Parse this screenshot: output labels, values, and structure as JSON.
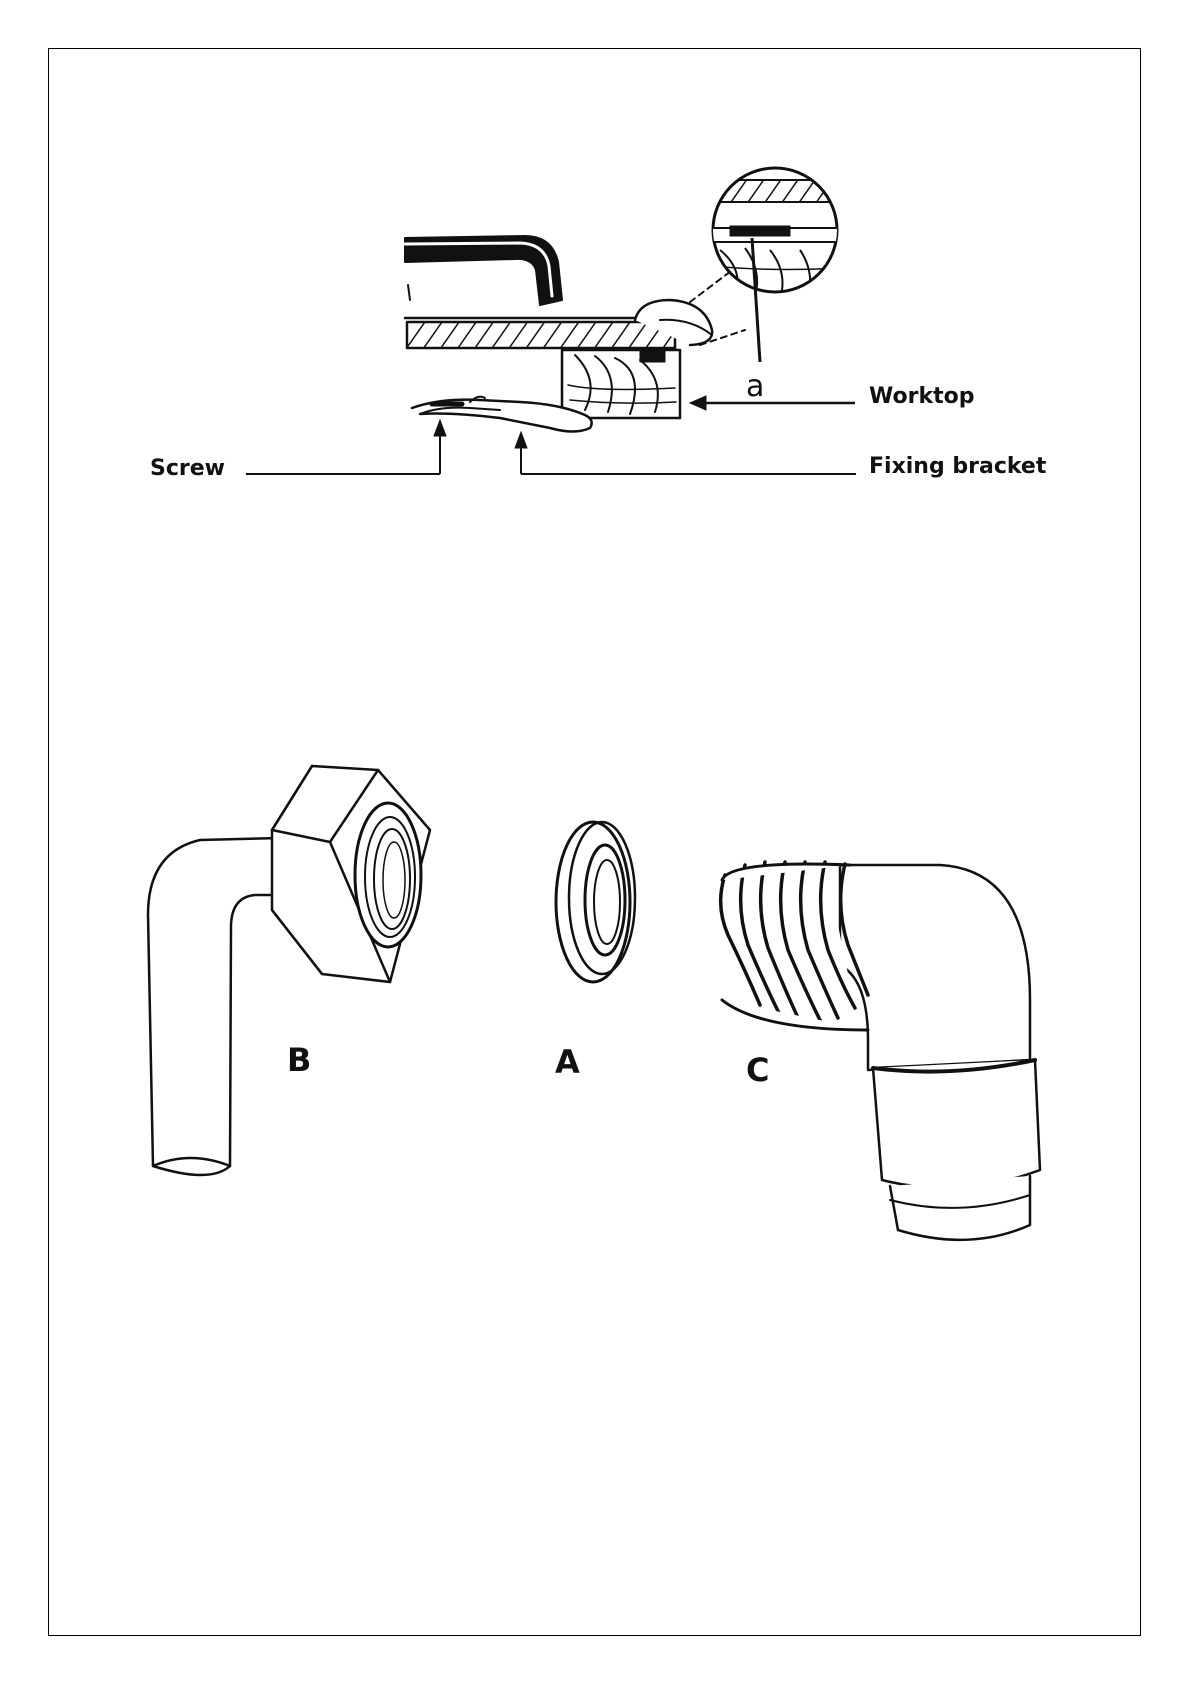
{
  "labels": {
    "a": "a",
    "worktop": "Worktop",
    "screw": "Screw",
    "fixing_bracket": "Fixing bracket",
    "part_b": "B",
    "part_a": "A",
    "part_c": "C"
  },
  "colors": {
    "ink": "#111111",
    "paper": "#ffffff"
  }
}
